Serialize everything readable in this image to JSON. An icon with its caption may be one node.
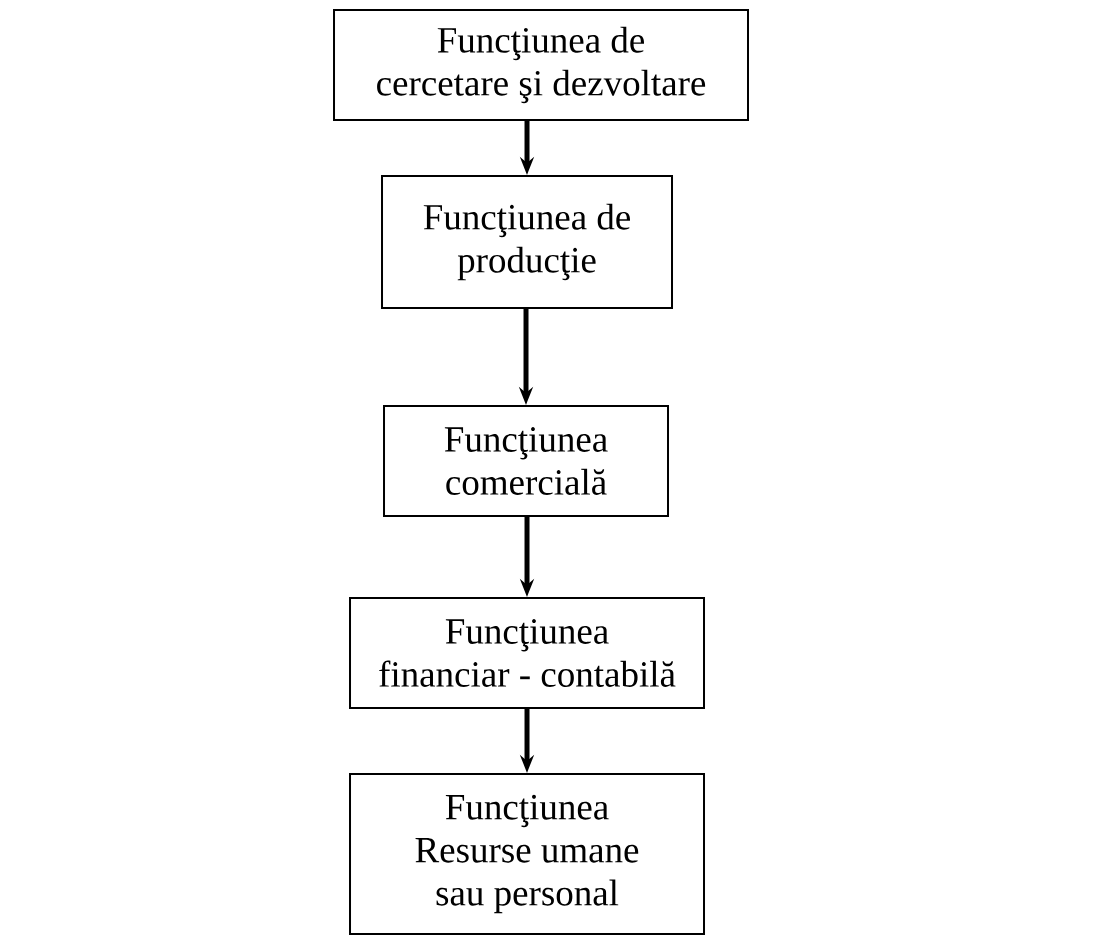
{
  "diagram": {
    "nodes": [
      {
        "text": [
          "Funcţiunea de cercetare şi dezvoltare"
        ]
      },
      {
        "text": [
          "Funcţiunea de producţie"
        ]
      },
      {
        "text": [
          "Funcţiunea comercială"
        ]
      },
      {
        "text": [
          "Funcţiunea financiar - contabilă"
        ]
      },
      {
        "text": [
          "Funcţiunea Resurse umane sau personal"
        ]
      }
    ],
    "edges": [
      {
        "from": 0,
        "to": 1,
        "arrow": "to"
      },
      {
        "from": 1,
        "to": 2,
        "arrow": "to"
      },
      {
        "from": 2,
        "to": 3,
        "arrow": "to"
      },
      {
        "from": 3,
        "to": 4,
        "arrow": "to"
      }
    ]
  }
}
